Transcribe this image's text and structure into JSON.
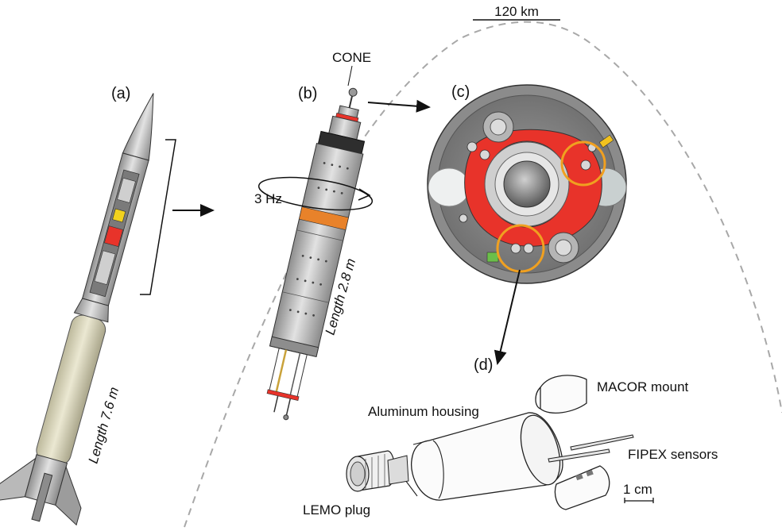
{
  "altitude_label": "120 km",
  "panels": {
    "a": {
      "label": "(a)",
      "length_label": "Length 7.6 m"
    },
    "b": {
      "label": "(b)",
      "cone_label": "CONE",
      "spin_label": "3 Hz",
      "length_label": "Length 2.8 m"
    },
    "c": {
      "label": "(c)"
    },
    "d": {
      "label": "(d)",
      "parts": {
        "macor": "MACOR mount",
        "housing": "Aluminum housing",
        "sensors": "FIPEX sensors",
        "plug": "LEMO plug",
        "scale": "1 cm"
      }
    }
  },
  "colors": {
    "trajectory": "#a8a8a8",
    "highlight_circle": "#f0a020",
    "payload_red": "#e8332a",
    "motor_beige": "#d8d4b8",
    "metal_grey": "#b8b8b8"
  }
}
